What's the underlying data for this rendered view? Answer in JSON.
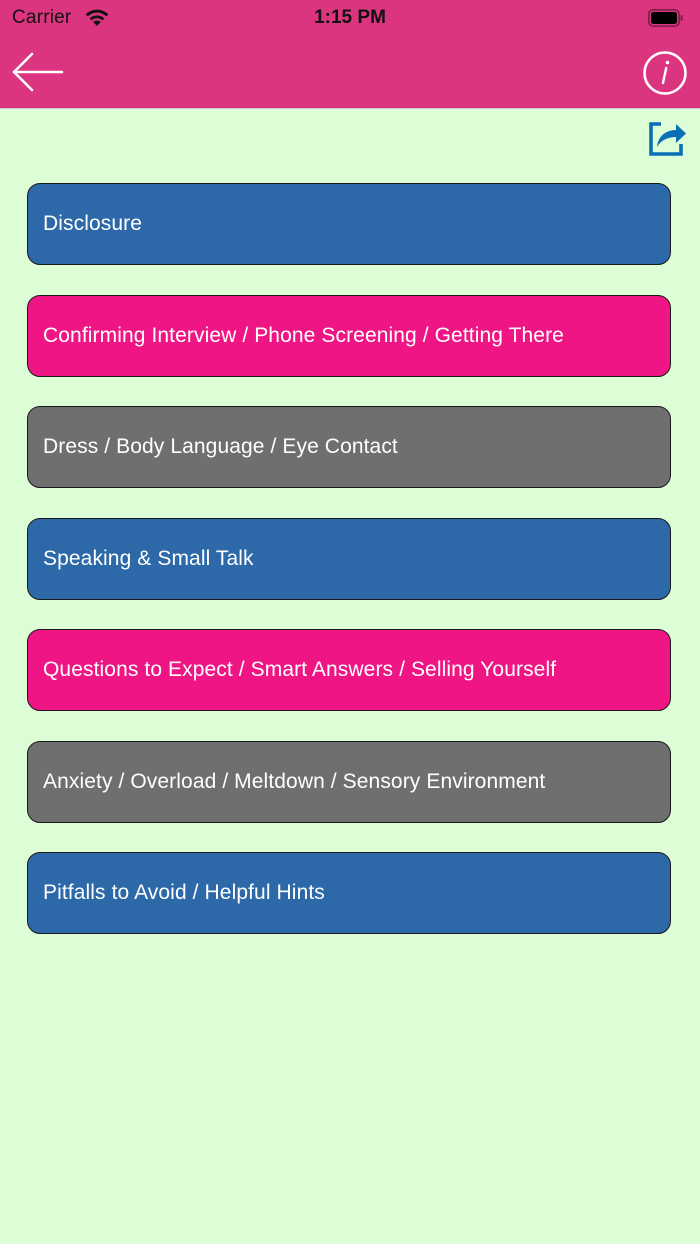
{
  "status_bar": {
    "carrier": "Carrier",
    "time": "1:15 PM",
    "wifi_icon": "wifi-icon",
    "battery_icon": "battery-full-icon"
  },
  "nav_bar": {
    "back_icon": "arrow-left-icon",
    "info_icon": "info-circle-icon",
    "background_color": "#dc3580"
  },
  "toolbar": {
    "share_icon": "share-icon",
    "share_color": "#0a6fb5"
  },
  "menu": {
    "items": [
      {
        "label": "Disclosure",
        "color": "#2d69a8",
        "style": "blue"
      },
      {
        "label": "Confirming Interview / Phone Screening / Getting There",
        "color": "#ef1584",
        "style": "pink"
      },
      {
        "label": "Dress / Body Language / Eye Contact",
        "color": "#6f6f6f",
        "style": "gray"
      },
      {
        "label": "Speaking & Small Talk",
        "color": "#2d69a8",
        "style": "blue"
      },
      {
        "label": "Questions to Expect / Smart Answers / Selling Yourself",
        "color": "#ef1584",
        "style": "pink"
      },
      {
        "label": "Anxiety / Overload / Meltdown / Sensory Environment",
        "color": "#6f6f6f",
        "style": "gray"
      },
      {
        "label": "Pitfalls to Avoid / Helpful Hints",
        "color": "#2d69a8",
        "style": "blue"
      }
    ]
  },
  "page": {
    "background_color": "#ddfdd6"
  }
}
